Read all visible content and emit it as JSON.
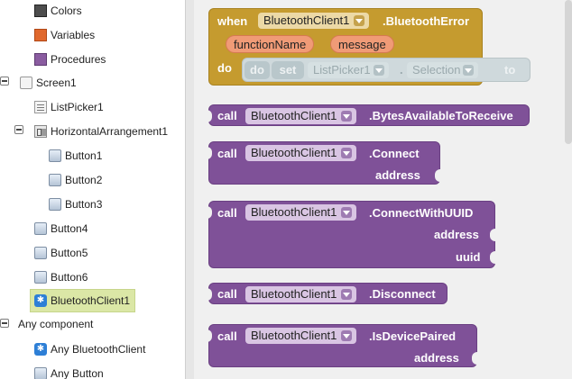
{
  "tree": {
    "items": [
      {
        "label": "Colors"
      },
      {
        "label": "Variables"
      },
      {
        "label": "Procedures"
      },
      {
        "label": "Screen1"
      },
      {
        "label": "ListPicker1"
      },
      {
        "label": "HorizontalArrangement1"
      },
      {
        "label": "Button1"
      },
      {
        "label": "Button2"
      },
      {
        "label": "Button3"
      },
      {
        "label": "Button4"
      },
      {
        "label": "Button5"
      },
      {
        "label": "Button6"
      },
      {
        "label": "BluetoothClient1"
      },
      {
        "label": "Any component"
      },
      {
        "label": "Any BluetoothClient"
      },
      {
        "label": "Any Button"
      }
    ],
    "selected": "BluetoothClient1"
  },
  "blocks": {
    "event": {
      "when": "when",
      "component": "BluetoothClient1",
      "event_name": ".BluetoothError",
      "params": [
        "functionName",
        "message"
      ],
      "do": "do",
      "inner_do": "do",
      "set": "set",
      "set_component": "ListPicker1",
      "dot": ".",
      "set_property": "Selection",
      "to": "to"
    },
    "calls": [
      {
        "call": "call",
        "component": "BluetoothClient1",
        "method": ".BytesAvailableToReceive",
        "args": []
      },
      {
        "call": "call",
        "component": "BluetoothClient1",
        "method": ".Connect",
        "args": [
          "address"
        ]
      },
      {
        "call": "call",
        "component": "BluetoothClient1",
        "method": ".ConnectWithUUID",
        "args": [
          "address",
          "uuid"
        ]
      },
      {
        "call": "call",
        "component": "BluetoothClient1",
        "method": ".Disconnect",
        "args": []
      },
      {
        "call": "call",
        "component": "BluetoothClient1",
        "method": ".IsDevicePaired",
        "args": [
          "address"
        ]
      }
    ]
  },
  "colors": {
    "procedure_block": "#7f5198",
    "event_block": "#c59b2f",
    "param": "#f09b77",
    "selection_highlight": "#dbe7a6"
  }
}
